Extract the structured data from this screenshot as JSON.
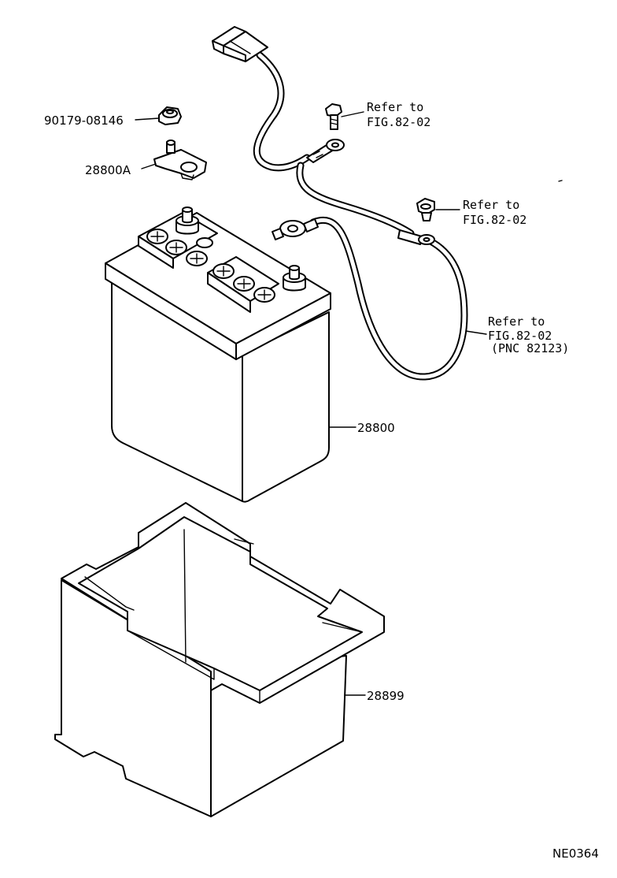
{
  "labels": {
    "bolt_part": "90179-08146",
    "clamp_part": "28800A",
    "battery_part": "28800",
    "tray_part": "28899",
    "ref1_line1": "Refer to",
    "ref1_line2": "FIG.82-02",
    "ref2_line1": "Refer to",
    "ref2_line2": "FIG.82-02",
    "ref3_line1": "Refer to",
    "ref3_line2": "FIG.82-02",
    "ref3_line3": "(PNC 82123)",
    "diagram_code": "NE0364"
  }
}
